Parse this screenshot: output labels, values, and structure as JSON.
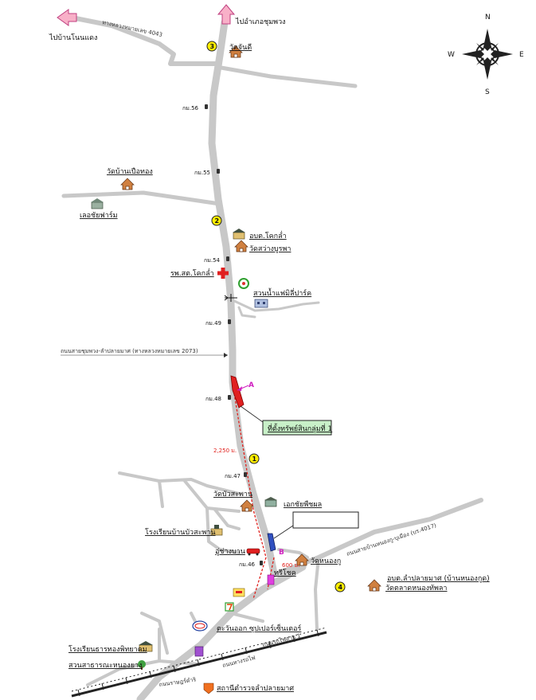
{
  "compass": {
    "n": "N",
    "e": "E",
    "s": "S",
    "w": "W"
  },
  "directions": {
    "to_ban_non_daeng": "ไปบ้านโนนแดง",
    "to_chum_phuang": "ไปอำเภอชุมพวง"
  },
  "roads": {
    "route_4043": "ทางหลวงหมายเลข 4043",
    "chumphuang_lamplaimat": "ถนนสายชุมพวง-ลำปลายมาศ (ทางหลวงหมายเลข 2073)",
    "ban_nong_ku": "ถนนสายบ้านหนองกู-บุเมือง (บร.4017)",
    "rail_road_1": "ถนนรถไฟสาย 1",
    "rail_road_2": "ถนนทางรถไฟ",
    "rail_road_3": "ถนนราษฎร์ดำริ"
  },
  "km_markers": [
    "กม.56",
    "กม.55",
    "กม.54",
    "กม.49",
    "กม.48",
    "กม.47",
    "กม.46"
  ],
  "circle_numbers": [
    "1",
    "2",
    "3",
    "4"
  ],
  "landmarks": {
    "wat_chanthi": "วัดจันดี",
    "wat_ban_pia_thong": "วัดบ้านเปือทอง",
    "lerkchai_farm": "เลอชัยฟาร์ม",
    "school_khok_lam": "อบต.โคกล่ำ",
    "wat_sawang_burapha": "วัดสว่างบูรพา",
    "hospital": "รพ.สต.โคกล่ำ",
    "water_park": "สวนน้ำแฟมิลี่ปาร์ค",
    "wat_bua_saphan": "วัดบัวสะพาน",
    "ngon_phuttharam": "เอกชัยพืชผล",
    "school_bua_saphan": "โรงเรียนบ้านบัวสะพาน",
    "garage": "อู่ช่างบาน",
    "wat_nong_ku": "วัดหนองกู",
    "thrisat": "ทรีโชค",
    "admin_ban_nong_ku": "อบต.ลำปลายมาศ (บ้านหนองกูด)",
    "wat_nong_thap_la": "วัดตลาดหนองทัพลา",
    "supermarket": "ตะวันออก ซุปเปอร์เซ็นเตอร์",
    "school_thongphitthayakhom": "โรงเรียนธารทองพิทยาคม",
    "public_park": "สวนสาธารณะหนองยาง",
    "police": "สถานีตำรวจลำปลายมาศ"
  },
  "site": {
    "marker_a": "A",
    "marker_b": "B",
    "label": "ที่ตั้งทรัพย์สินกลุ่มที่ 1",
    "distance_1": "2,250 ม.",
    "distance_2": "600 ม."
  },
  "colors": {
    "road": "#c8c8c8",
    "distance_line": "#e0201c",
    "site_box": "#c8f0c8",
    "marker": "#d020c0",
    "circle": "#ffee00"
  }
}
